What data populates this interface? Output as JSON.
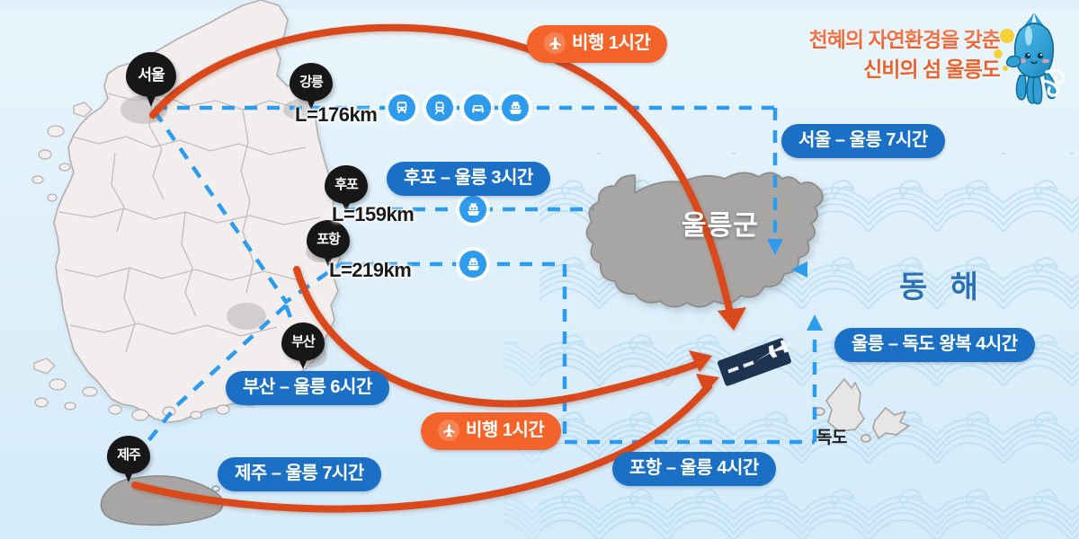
{
  "headline": {
    "line1": "천혜의 자연환경을 갖춘",
    "line2": "신비의 섬 울릉도"
  },
  "map_labels": {
    "ulleung_county": "울릉군",
    "east_sea": "동 해",
    "dokdo": "독도"
  },
  "pins": [
    {
      "id": "seoul",
      "label": "서울"
    },
    {
      "id": "gangneung",
      "label": "강릉"
    },
    {
      "id": "hupo",
      "label": "후포"
    },
    {
      "id": "pohang",
      "label": "포항"
    },
    {
      "id": "busan",
      "label": "부산"
    },
    {
      "id": "jeju",
      "label": "제주"
    }
  ],
  "distances": [
    {
      "id": "seoul-gangneung",
      "text": "L=176km"
    },
    {
      "id": "hupo-ulleung",
      "text": "L=159km"
    },
    {
      "id": "pohang-ulleung",
      "text": "L=219km"
    }
  ],
  "route_pills": [
    {
      "id": "flight-top",
      "text": "비행 1시간",
      "style": "orange",
      "icon": "airplane-icon"
    },
    {
      "id": "flight-bottom",
      "text": "비행 1시간",
      "style": "orange",
      "icon": "airplane-icon"
    },
    {
      "id": "seoul-ulleung",
      "text": "서울 – 울릉 7시간",
      "style": "blue"
    },
    {
      "id": "hupo-ulleung",
      "text": "후포 – 울릉 3시간",
      "style": "blue"
    },
    {
      "id": "busan-ulleung",
      "text": "부산 – 울릉 6시간",
      "style": "blue"
    },
    {
      "id": "jeju-ulleung",
      "text": "제주 – 울릉 7시간",
      "style": "blue"
    },
    {
      "id": "pohang-ulleung",
      "text": "포항 – 울릉 4시간",
      "style": "blue"
    },
    {
      "id": "ulleung-dokdo",
      "text": "울릉 – 독도 왕복 4시간",
      "style": "blue"
    }
  ],
  "transport_icons": [
    {
      "id": "bus",
      "name": "bus-icon"
    },
    {
      "id": "train",
      "name": "train-icon"
    },
    {
      "id": "car",
      "name": "car-icon"
    },
    {
      "id": "ship",
      "name": "ship-icon"
    }
  ],
  "ferry_icons": [
    {
      "id": "hupo-ferry",
      "name": "ship-icon"
    },
    {
      "id": "pohang-ferry",
      "name": "ship-icon"
    }
  ],
  "colors": {
    "background": "#e3f2fb",
    "sea_fill": "#ddeffa",
    "land_fill": "#f2eeee",
    "land_stroke": "#b9b2b2",
    "island_fill": "#a8a6a4",
    "flight_route": "#d94a1e",
    "ferry_route": "#2f9bec",
    "pill_blue": "#1b6fc4",
    "pill_orange": "#f4642a",
    "pin_black": "#171717",
    "headline_orange": "#ea5b2a",
    "wave_pattern": "#bfe0f4"
  },
  "mascot": {
    "name": "squid-mascot",
    "body_color": "#2f9fd4",
    "sparkle_color": "#f5d13a"
  }
}
